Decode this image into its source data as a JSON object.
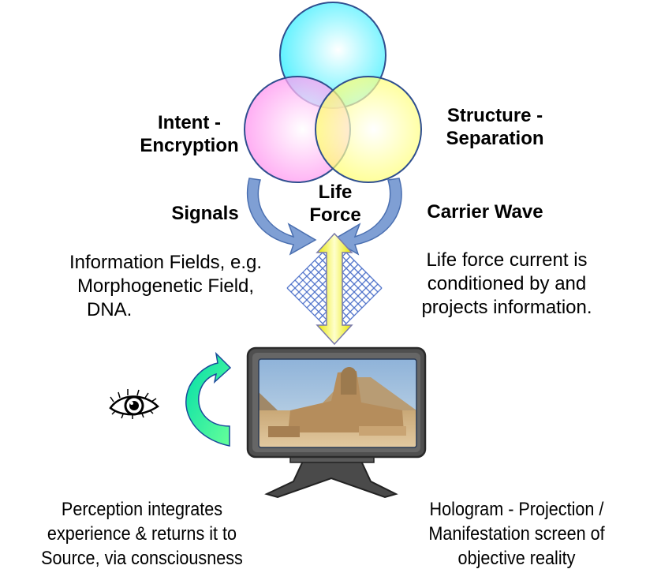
{
  "circles": {
    "top": {
      "color": "#4ff0ff"
    },
    "left": {
      "color": "#ff88f0"
    },
    "right": {
      "color": "#ffff66"
    }
  },
  "labels": {
    "intent": [
      "Intent -",
      "Encryption"
    ],
    "structure": [
      "Structure -",
      "Separation"
    ],
    "signals": "Signals",
    "life_force": [
      "Life",
      "Force"
    ],
    "carrier_wave": "Carrier Wave",
    "info_fields": [
      "Information Fields, e.g.",
      "Morphogenetic Field,",
      "DNA."
    ],
    "life_force_current": [
      "Life force current is",
      "conditioned by and",
      "projects information."
    ],
    "perception": [
      "Perception integrates",
      "experience & returns it to",
      "Source, via consciousness"
    ],
    "hologram": [
      "Hologram - Projection /",
      "Manifestation screen of",
      "objective reality"
    ]
  },
  "icons": {
    "eye": "eye-icon",
    "monitor": "monitor-icon",
    "return_arrow": "curved-arrow-icon",
    "double_arrow": "double-arrow-icon",
    "mesh": "information-grid-icon"
  },
  "colors": {
    "circle_stroke": "#2f4f8f",
    "blue_arrow": "#7f9fd4",
    "yellow_arrow": "#ffff33",
    "green_arrow": "#33ee99",
    "mesh": "#5577cc"
  }
}
